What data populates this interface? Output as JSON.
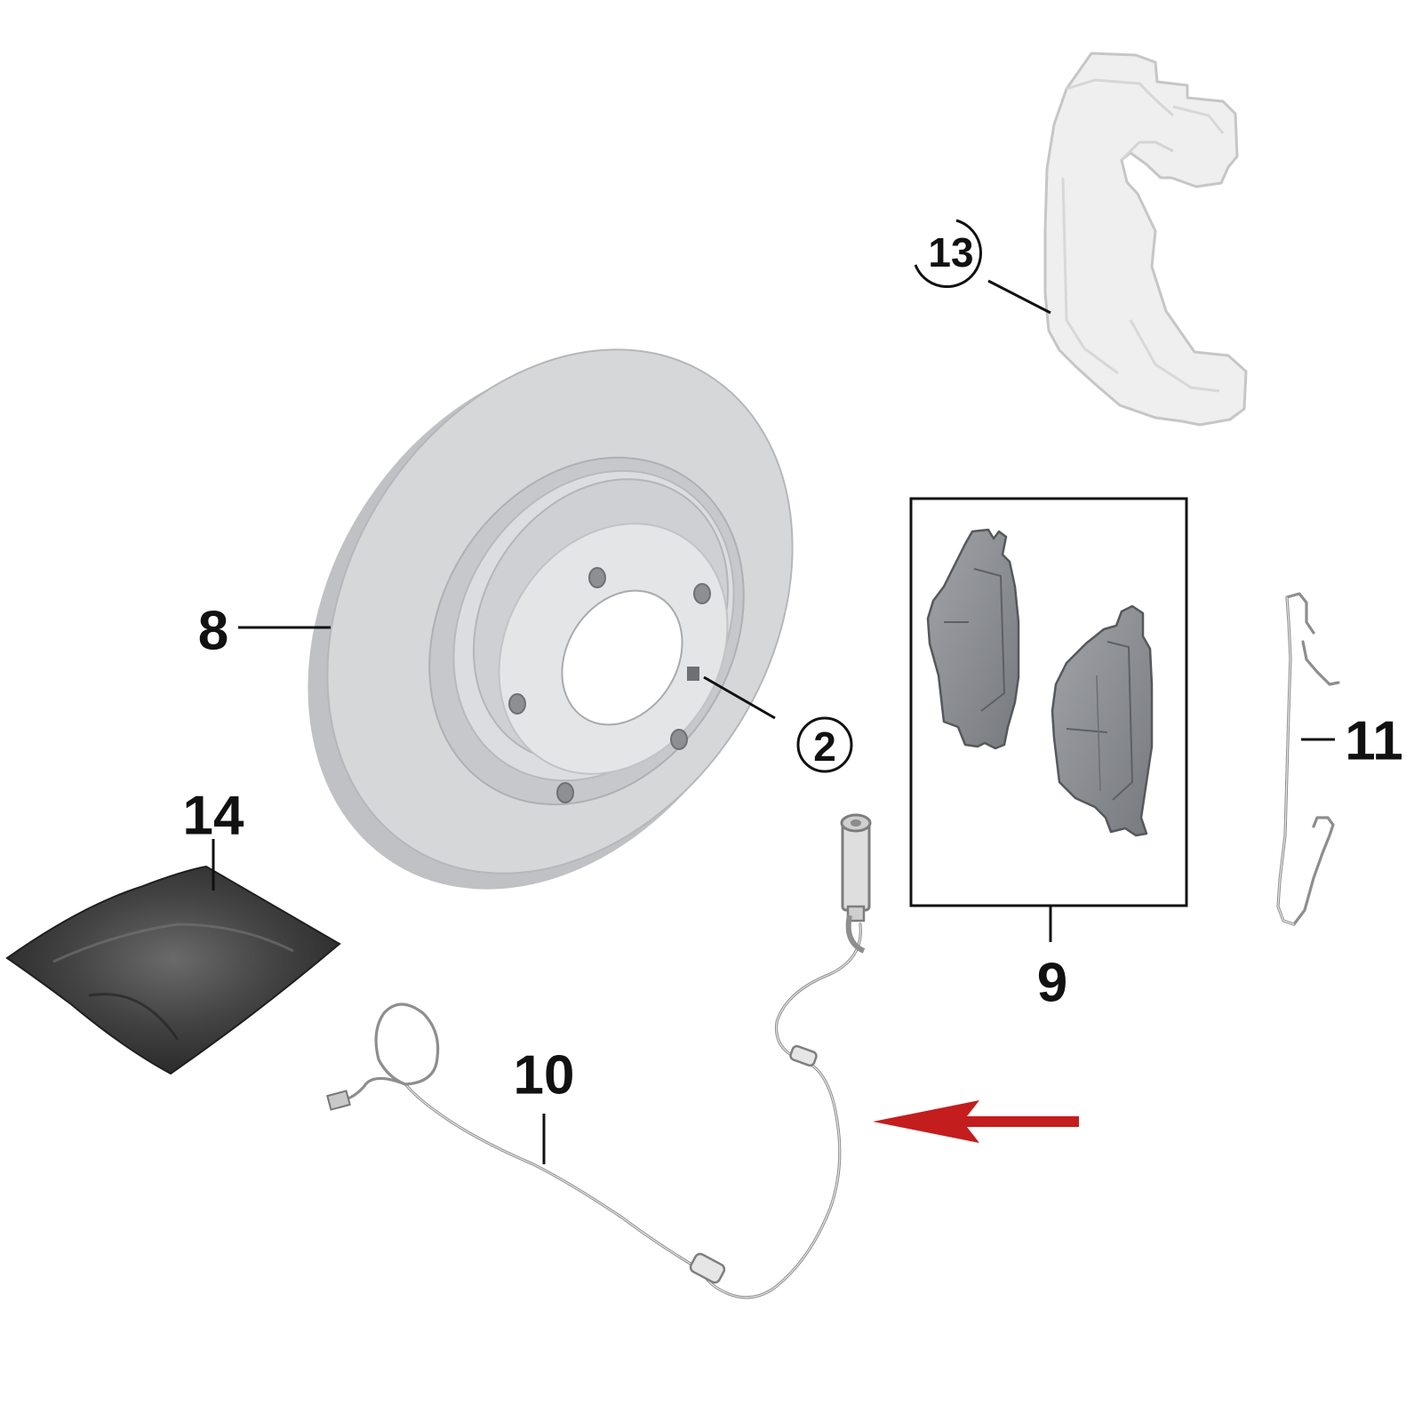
{
  "callouts": {
    "c8": "8",
    "c2": "2",
    "c9": "9",
    "c10": "10",
    "c11": "11",
    "c13": "13",
    "c14": "14"
  },
  "colors": {
    "arrow": "#c41d1d",
    "rotor_face": "#d2d3d5",
    "pad": "#868a8e",
    "bag": "#3c3c3c",
    "carrier": "#ececec"
  },
  "icons": {
    "pointer": "red-arrow-icon"
  }
}
